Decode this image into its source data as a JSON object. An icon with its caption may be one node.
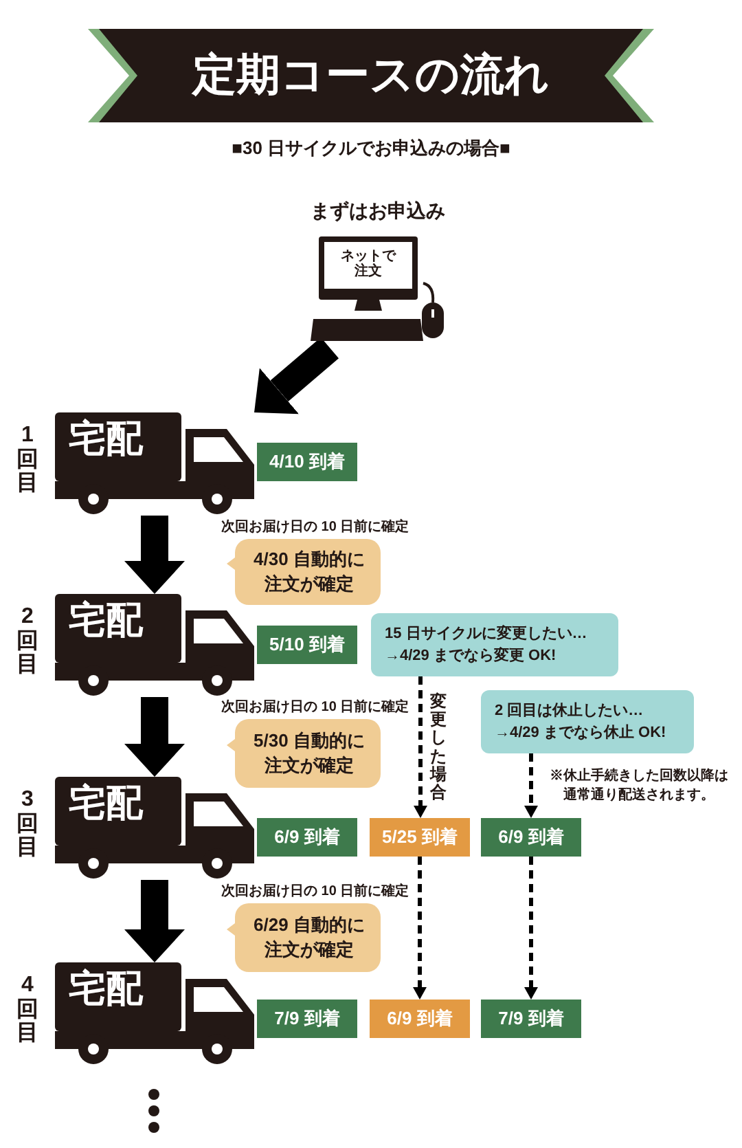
{
  "diagram": {
    "title": "定期コースの流れ",
    "nodes": [
      {
        "text": [
          "まずはお申込み"
        ]
      },
      {
        "text": [
          "宅配"
        ],
        "beside": [
          "1回目"
        ]
      },
      {
        "text": [
          "4/10 到着"
        ]
      },
      {
        "text": [
          "4/30 自動的に注文が確定"
        ],
        "beside": [
          "次回お届け日の 10 日前に確定"
        ]
      },
      {
        "text": [
          "宅配"
        ],
        "beside": [
          "2回目"
        ]
      },
      {
        "text": [
          "5/10 到着"
        ]
      },
      {
        "text": [
          "15 日サイクルに変更したい…→4/29 までなら変更 OK!"
        ]
      },
      {
        "text": [
          "5/30 自動的に注文が確定"
        ],
        "beside": [
          "次回お届け日の 10 日前に確定"
        ]
      },
      {
        "text": [
          "2 回目は休止したい…→4/29 までなら休止 OK!"
        ]
      },
      {
        "text": [
          "宅配"
        ],
        "beside": [
          "3回目"
        ]
      },
      {
        "text": [
          "6/9 到着"
        ]
      },
      {
        "text": [
          "5/25 到着"
        ]
      },
      {
        "text": [
          "6/9 到着"
        ]
      },
      {
        "text": [
          "6/29 自動的に注文が確定"
        ],
        "beside": [
          "次回お届け日の 10 日前に確定"
        ]
      },
      {
        "text": [
          "宅配"
        ],
        "beside": [
          "4回目"
        ]
      },
      {
        "text": [
          "7/9 到着"
        ]
      },
      {
        "text": [
          "6/9 到着"
        ]
      },
      {
        "text": [
          "7/9 到着"
        ]
      }
    ],
    "edges": [
      {
        "from": 0,
        "to": 1,
        "arrow": "to",
        "style": "thick"
      },
      {
        "from": 1,
        "to": 4,
        "arrow": "to",
        "style": "thick"
      },
      {
        "from": 4,
        "to": 9,
        "arrow": "to",
        "style": "thick"
      },
      {
        "from": 9,
        "to": 14,
        "arrow": "to",
        "style": "thick"
      },
      {
        "from": 6,
        "to": 11,
        "arrow": "to",
        "style": "dashed",
        "label": "変更した場合"
      },
      {
        "from": 8,
        "to": 12,
        "arrow": "to",
        "style": "dashed"
      },
      {
        "from": 11,
        "to": 16,
        "arrow": "to",
        "style": "dashed"
      },
      {
        "from": 12,
        "to": 17,
        "arrow": "to",
        "style": "dashed"
      }
    ],
    "labels": [
      "■30 日サイクルでお申込みの場合■",
      "ネットで注文",
      "※休止手続きした回数以降は通常通り配送されます。"
    ]
  }
}
